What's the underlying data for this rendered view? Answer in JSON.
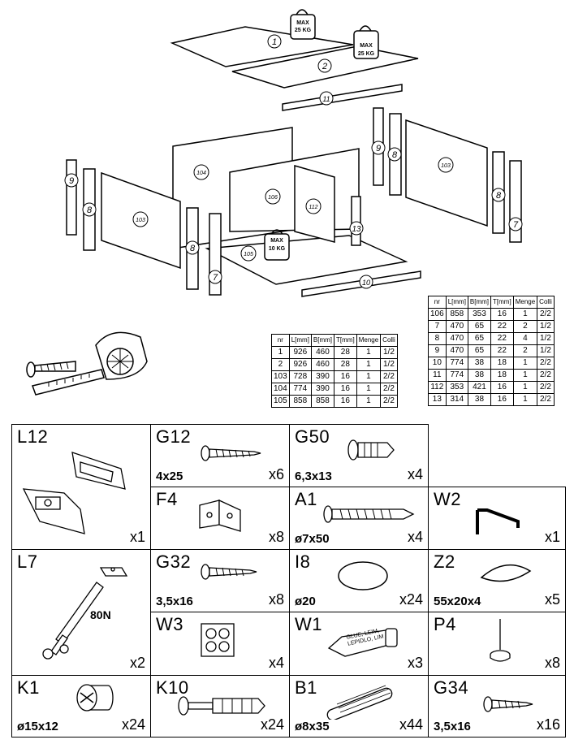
{
  "assembly": {
    "part_labels": [
      "1",
      "2",
      "11",
      "9",
      "8",
      "103",
      "104",
      "106",
      "112",
      "103",
      "9",
      "8",
      "8",
      "7",
      "13",
      "105",
      "8",
      "7",
      "10"
    ],
    "weight_labels": [
      {
        "line1": "MAX",
        "line2": "25 KG"
      },
      {
        "line1": "MAX",
        "line2": "25 KG"
      },
      {
        "line1": "MAX",
        "line2": "10 KG"
      }
    ]
  },
  "parts_table_left": {
    "headers": [
      "nr",
      "L[mm]",
      "B[mm]",
      "T[mm]",
      "Menge",
      "Colli"
    ],
    "rows": [
      [
        "1",
        "926",
        "460",
        "28",
        "1",
        "1/2"
      ],
      [
        "2",
        "926",
        "460",
        "28",
        "1",
        "1/2"
      ],
      [
        "103",
        "728",
        "390",
        "16",
        "1",
        "2/2"
      ],
      [
        "104",
        "774",
        "390",
        "16",
        "1",
        "2/2"
      ],
      [
        "105",
        "858",
        "858",
        "16",
        "1",
        "2/2"
      ]
    ]
  },
  "parts_table_right": {
    "headers": [
      "nr",
      "L[mm]",
      "B[mm]",
      "T[mm]",
      "Menge",
      "Colli"
    ],
    "rows": [
      [
        "106",
        "858",
        "353",
        "16",
        "1",
        "2/2"
      ],
      [
        "7",
        "470",
        "65",
        "22",
        "2",
        "1/2"
      ],
      [
        "8",
        "470",
        "65",
        "22",
        "4",
        "1/2"
      ],
      [
        "9",
        "470",
        "65",
        "22",
        "2",
        "1/2"
      ],
      [
        "10",
        "774",
        "38",
        "18",
        "1",
        "2/2"
      ],
      [
        "11",
        "774",
        "38",
        "18",
        "1",
        "2/2"
      ],
      [
        "112",
        "353",
        "421",
        "16",
        "1",
        "2/2"
      ],
      [
        "13",
        "314",
        "38",
        "16",
        "1",
        "2/2"
      ]
    ]
  },
  "hardware": [
    {
      "code": "L12",
      "dim": "",
      "qty": "x1"
    },
    {
      "code": "G12",
      "dim": "4x25",
      "qty": "x6"
    },
    {
      "code": "G50",
      "dim": "6,3x13",
      "qty": "x4"
    },
    {
      "code": "F4",
      "dim": "",
      "qty": "x8"
    },
    {
      "code": "A1",
      "dim": "ø7x50",
      "qty": "x4"
    },
    {
      "code": "W2",
      "dim": "",
      "qty": "x1"
    },
    {
      "code": "L7",
      "dim": "",
      "qty": "x2",
      "note": "80N"
    },
    {
      "code": "G32",
      "dim": "3,5x16",
      "qty": "x8"
    },
    {
      "code": "I8",
      "dim": "ø20",
      "qty": "x24"
    },
    {
      "code": "Z2",
      "dim": "55x20x4",
      "qty": "x5"
    },
    {
      "code": "W3",
      "dim": "",
      "qty": "x4"
    },
    {
      "code": "W1",
      "dim": "",
      "qty": "x3",
      "label": "GLUE, LEIM, LEPIDLO, LIM"
    },
    {
      "code": "P4",
      "dim": "",
      "qty": "x8"
    },
    {
      "code": "K1",
      "dim": "ø15x12",
      "qty": "x24"
    },
    {
      "code": "K10",
      "dim": "",
      "qty": "x24"
    },
    {
      "code": "B1",
      "dim": "ø8x35",
      "qty": "x44"
    },
    {
      "code": "G34",
      "dim": "3,5x16",
      "qty": "x16"
    }
  ]
}
